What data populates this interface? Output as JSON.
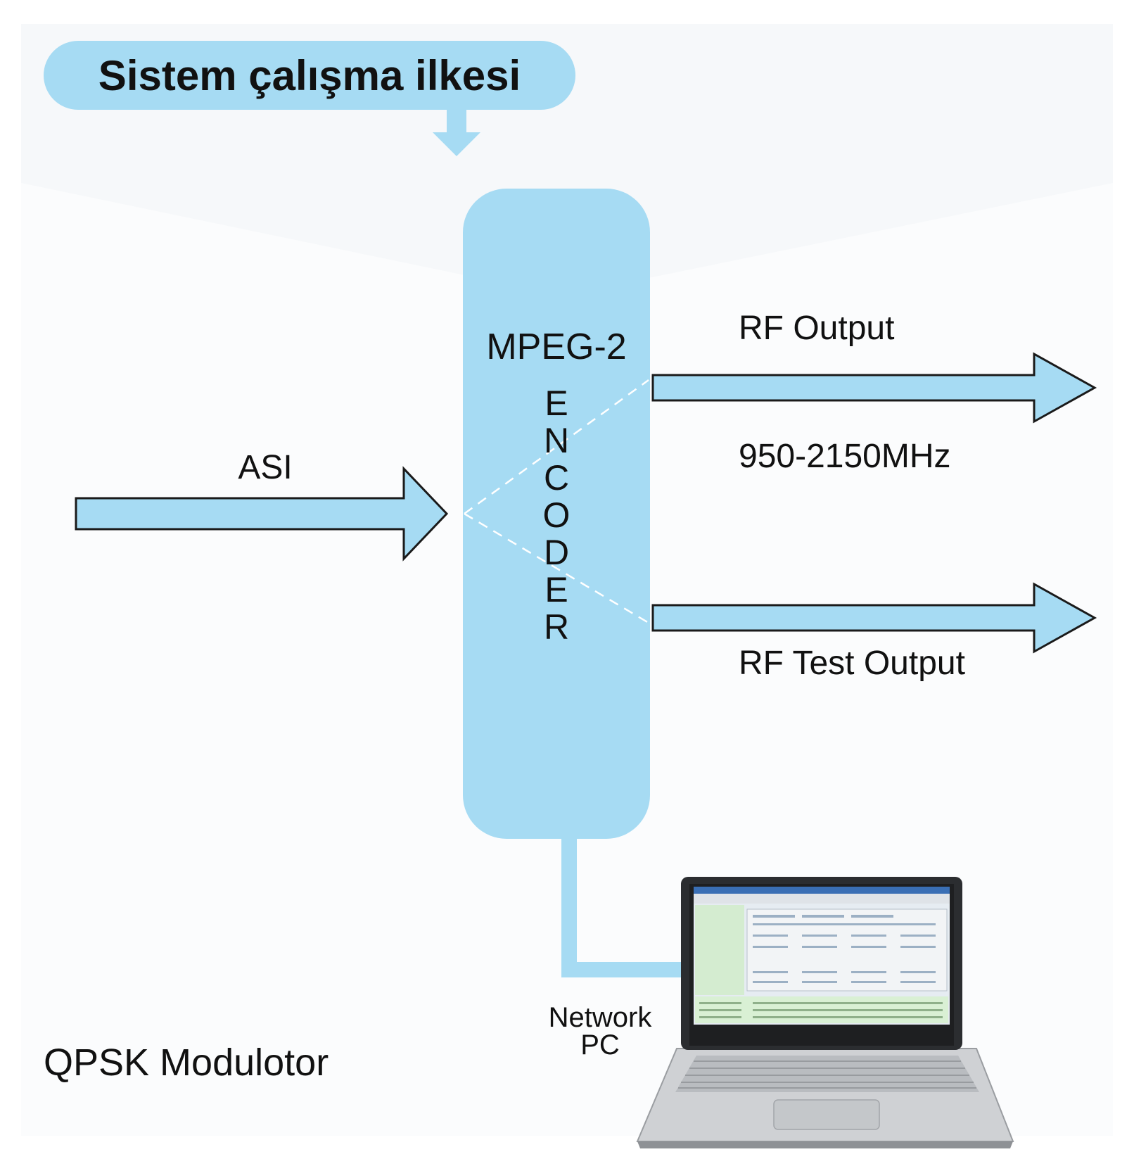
{
  "title": "Sistem çalışma ilkesi",
  "encoder": {
    "label_top": "MPEG-2",
    "label_vertical": "ENCODER"
  },
  "input": {
    "label": "ASI"
  },
  "outputs": {
    "rf_output": "RF Output",
    "frequency_range": "950-2150MHz",
    "rf_test_output": "RF Test Output"
  },
  "network": {
    "line1": "Network",
    "line2": "PC"
  },
  "device_label": "QPSK Modulotor",
  "colors": {
    "accent": "#a6dbf3",
    "stroke": "#1a1a1a",
    "text": "#1a1a1a"
  },
  "icons": [
    "laptop-icon"
  ]
}
